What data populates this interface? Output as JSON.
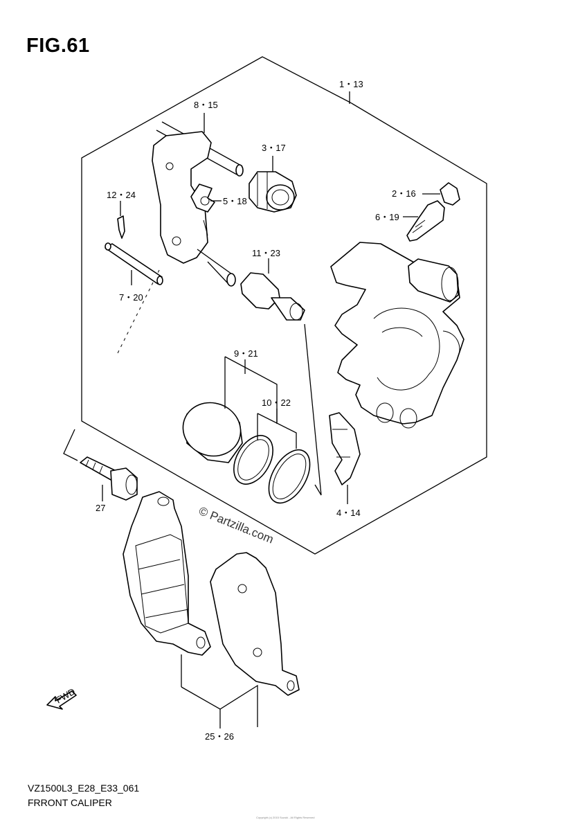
{
  "figure": {
    "title": "FIG.61",
    "code": "VZ1500L3_E28_E33_061",
    "name": "FRRONT CALIPER"
  },
  "watermark": "© Partzilla.com",
  "fine_print": "Copyright (c) 2015 Suzuki - All Rights Reserved",
  "callouts": [
    {
      "id": "assembly",
      "text": "1・13"
    },
    {
      "id": "bracket",
      "text": "8・15"
    },
    {
      "id": "boot",
      "text": "3・17"
    },
    {
      "id": "cap",
      "text": "2・16"
    },
    {
      "id": "bleeder",
      "text": "6・19"
    },
    {
      "id": "clip",
      "text": "12・24"
    },
    {
      "id": "spring",
      "text": "5・18"
    },
    {
      "id": "pin-seal",
      "text": "11・23"
    },
    {
      "id": "pad-pin",
      "text": "7・20"
    },
    {
      "id": "piston",
      "text": "9・21"
    },
    {
      "id": "seals",
      "text": "10・22"
    },
    {
      "id": "pad-spring",
      "text": "4・14"
    },
    {
      "id": "bolt",
      "text": "27"
    },
    {
      "id": "pads",
      "text": "25・26"
    }
  ],
  "icons": {
    "front_arrow": "FWD"
  }
}
